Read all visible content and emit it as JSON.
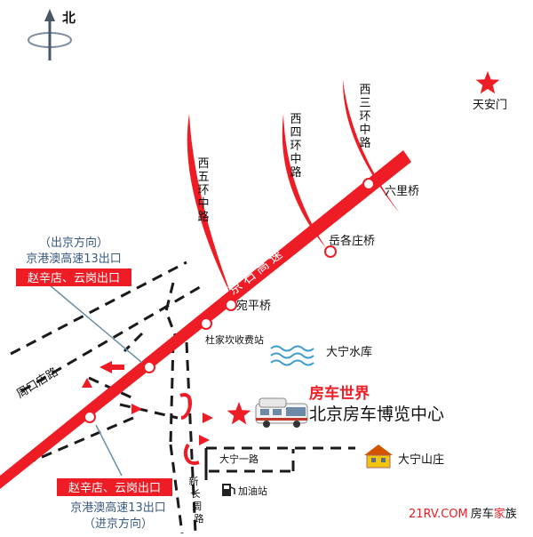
{
  "compass": {
    "label": "北"
  },
  "landmarks": {
    "tiananmen": "天安门"
  },
  "roads": {
    "jingshi": "京石高速",
    "west_5th_ring": [
      "西",
      "五",
      "环",
      "中",
      "路"
    ],
    "west_4th_ring": [
      "西",
      "四",
      "环",
      "中",
      "路"
    ],
    "west_3rd_ring": [
      "西",
      "三",
      "环",
      "中",
      "路"
    ],
    "zhoukoudian": "周口店路",
    "daning_yilu": "大宁一路",
    "xinchang_road": [
      "新",
      "长",
      "周",
      "路"
    ]
  },
  "bridges": {
    "liuli": "六里桥",
    "yuegezhuang": "岳各庄桥",
    "wanping": "宛平桥",
    "dujiakan": "杜家坎收费站"
  },
  "places": {
    "reservoir": "大宁水库",
    "shanzhuang": "大宁山庄",
    "gas_station": "加油站"
  },
  "expo": {
    "title": "房车世界",
    "subtitle": "北京房车博览中心"
  },
  "exits": {
    "top": {
      "direction": "（出京方向）",
      "highway": "京港澳高速13出口",
      "tag": "赵辛店、云岗出口"
    },
    "bottom": {
      "tag": "赵辛店、云岗出口",
      "highway": "京港澳高速13出口",
      "direction": "（进京方向）"
    }
  },
  "brand": {
    "domain": "21RV.COM",
    "name_a": "房车",
    "name_b": "家",
    "name_c": "族"
  },
  "colors": {
    "road_red": "#ee1c24",
    "text": "#111111",
    "water": "#3d9ad1",
    "dash": "#1a1a1a"
  }
}
